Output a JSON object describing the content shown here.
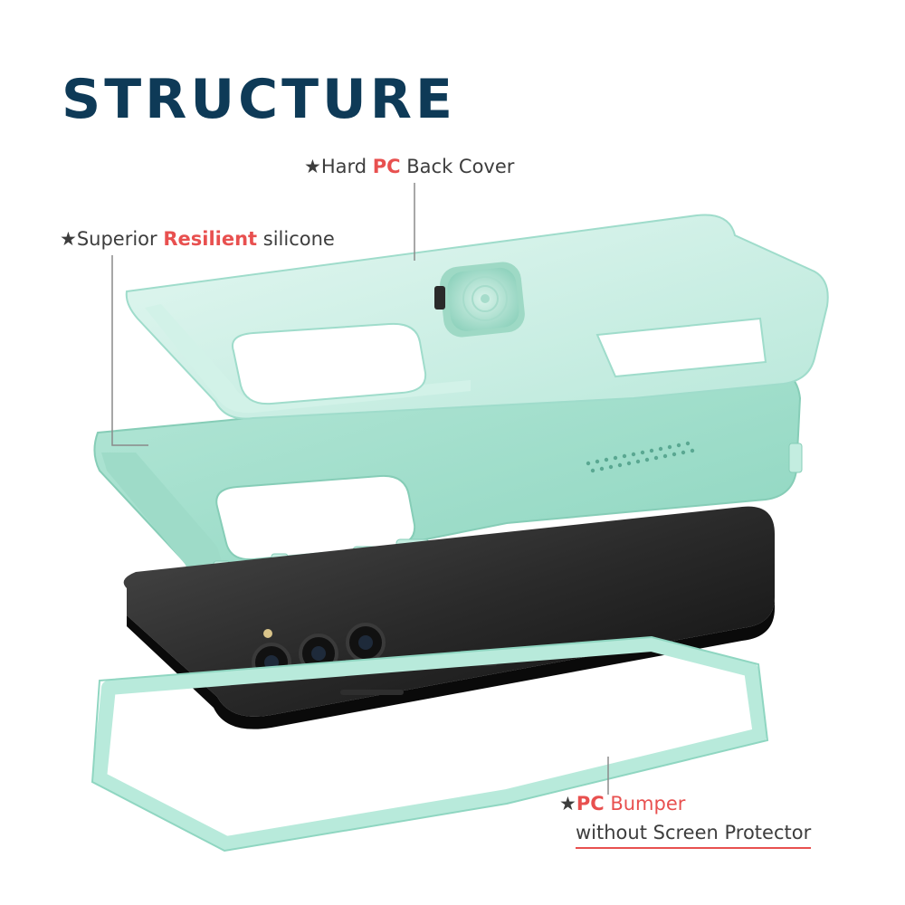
{
  "title": "STRUCTURE",
  "labels": {
    "back_cover": {
      "star": "★",
      "pre": "Hard ",
      "highlight": "PC",
      "post": " Back Cover"
    },
    "silicone": {
      "star": "★",
      "pre": "Superior ",
      "highlight": "Resilient",
      "post": " silicone"
    },
    "bumper": {
      "star": "★",
      "highlight": "PC",
      "post": " Bumper",
      "line2": "without Screen Protector"
    }
  },
  "colors": {
    "title": "#0e3a57",
    "highlight": "#e8504f",
    "mint_light": "#cdf0e6",
    "mint_mid": "#a9e3d2",
    "mint_dark": "#8fd6c1",
    "phone_black": "#1c1c1c"
  }
}
